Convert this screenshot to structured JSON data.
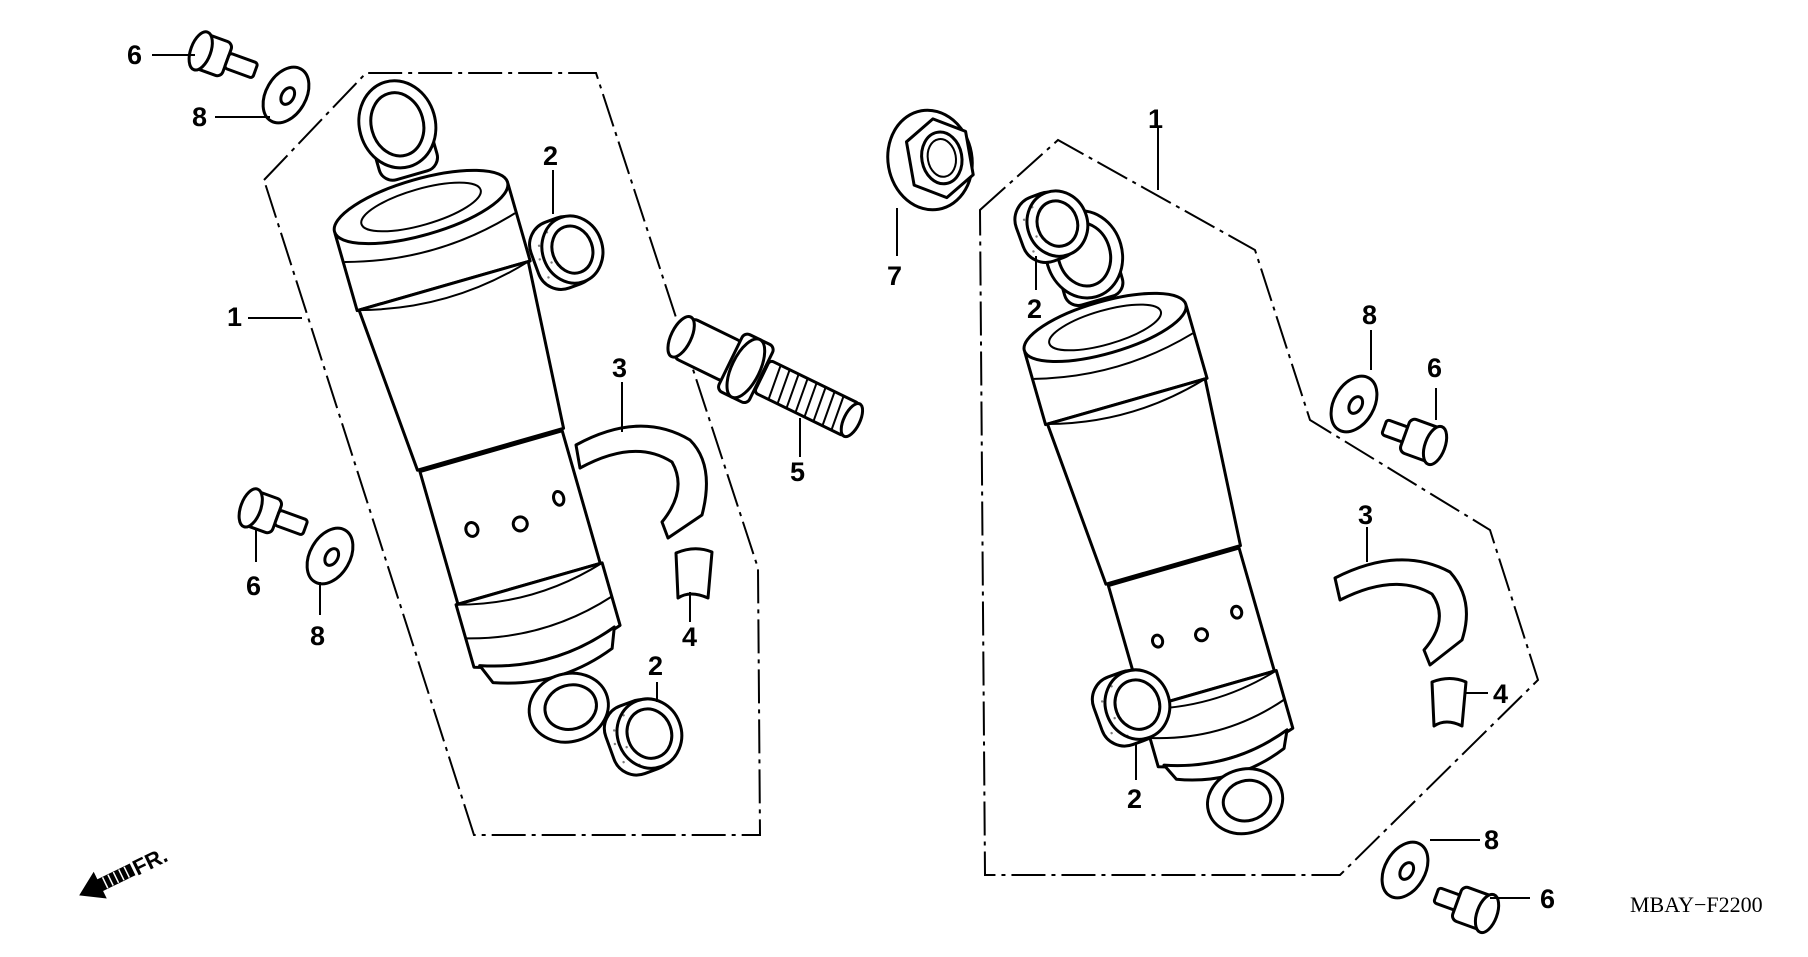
{
  "callouts": {
    "left_1": "1",
    "left_2_top": "2",
    "left_2_bottom": "2",
    "left_3": "3",
    "left_4": "4",
    "center_5": "5",
    "left_6_top": "6",
    "left_6_mid": "6",
    "left_8_top": "8",
    "left_8_mid": "8",
    "center_7": "7",
    "right_1": "1",
    "right_2_top": "2",
    "right_2_bottom": "2",
    "right_3": "3",
    "right_4": "4",
    "right_6_top": "6",
    "right_6_bottom": "6",
    "right_8_top": "8",
    "right_8_bottom": "8"
  },
  "front_arrow_label": "FR.",
  "catalog_code": "MBAY−F2200"
}
